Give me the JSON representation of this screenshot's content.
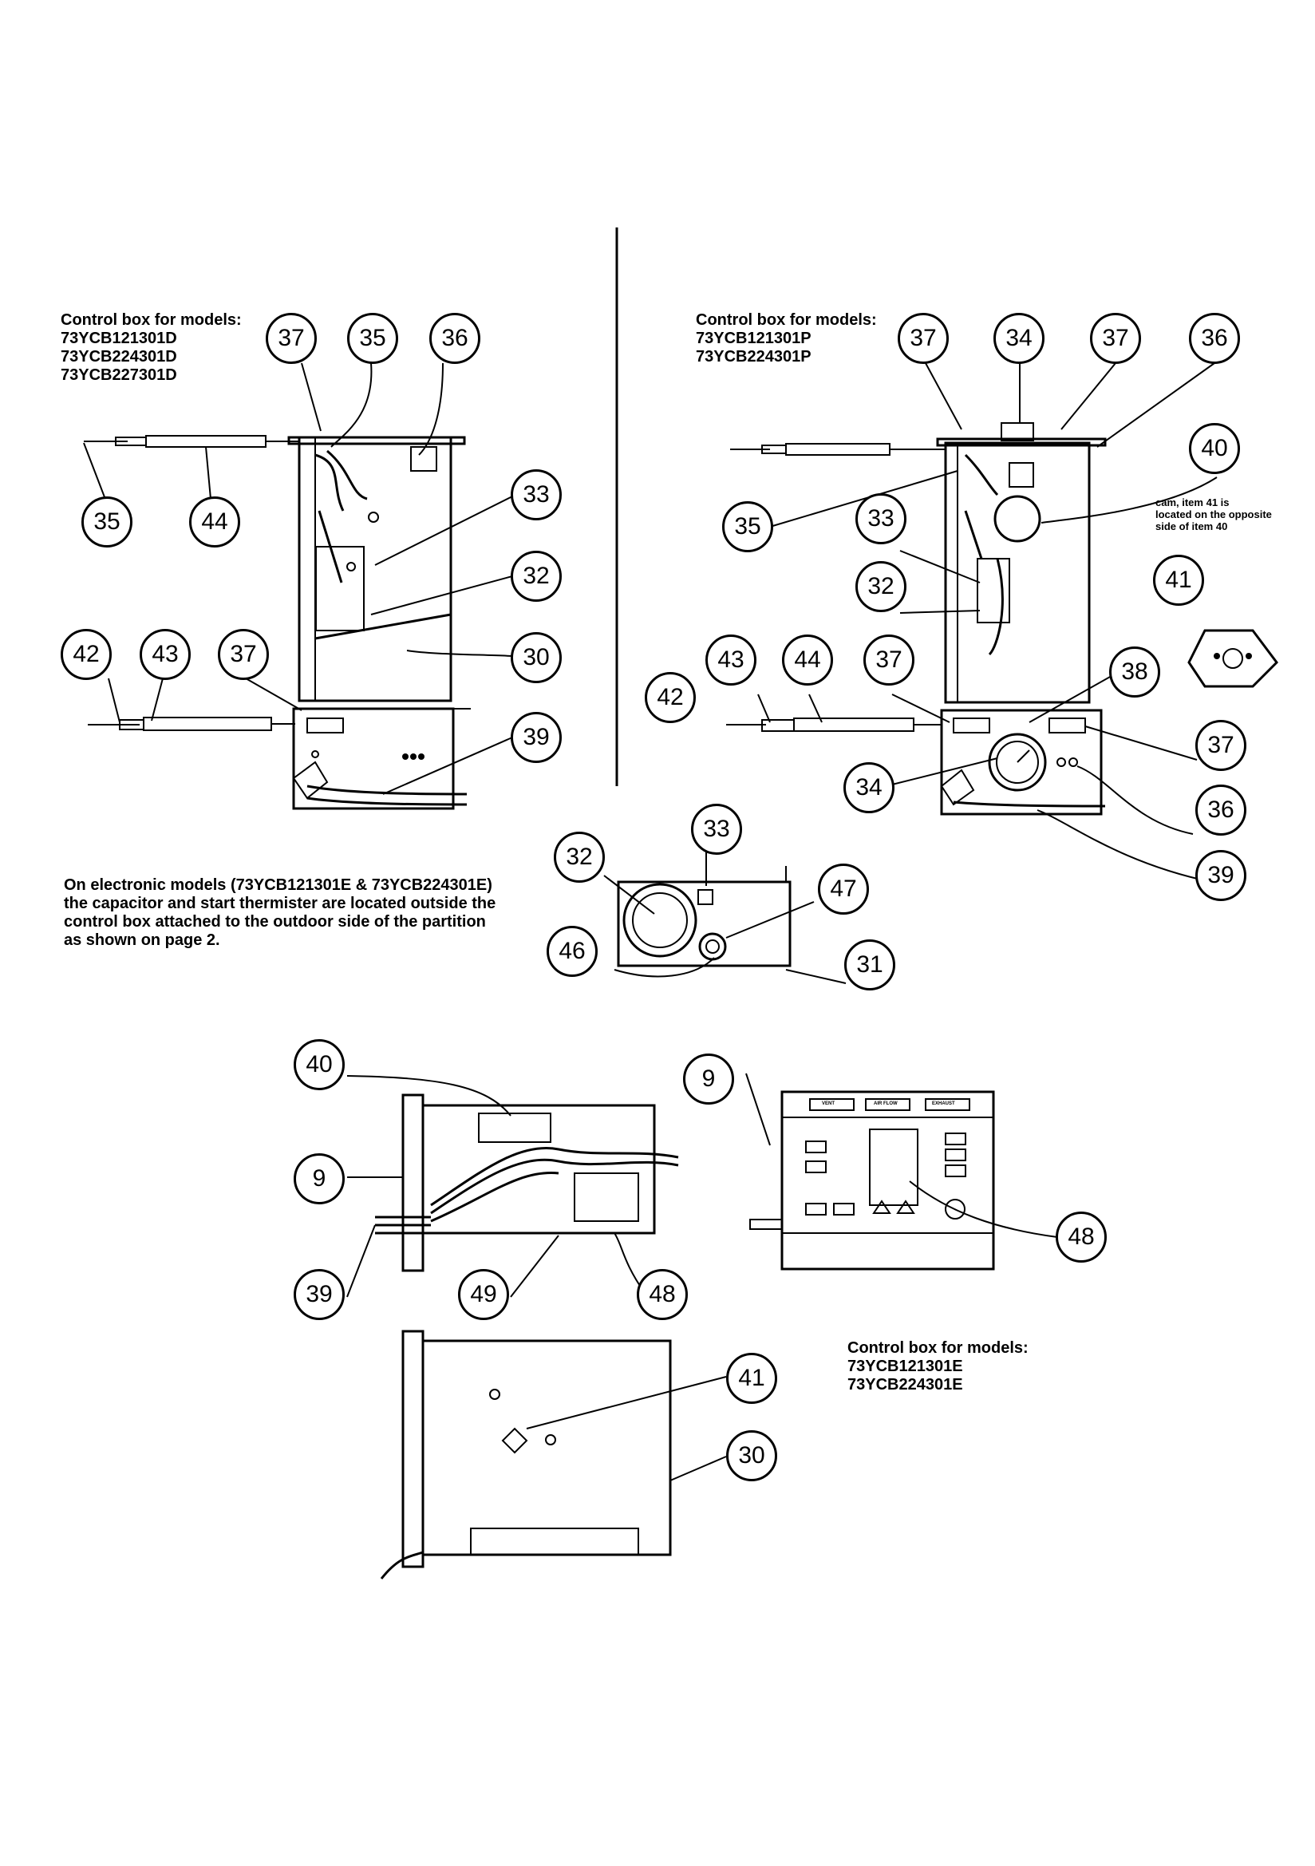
{
  "captions": {
    "top_left": "Control box for models:\n73YCB121301D\n73YCB224301D\n73YCB227301D",
    "top_right": "Control box for models:\n73YCB121301P\n73YCB224301P",
    "cam_note": "cam, item 41 is\nlocated on the opposite\nside of item 40",
    "electronic_note": "On electronic models (73YCB121301E & 73YCB224301E)\nthe capacitor and start thermister are located outside the\ncontrol box attached to the outdoor side of the partition\nas shown on page 2.",
    "bottom_right": "Control box for models:\n73YCB121301E\n73YCB224301E"
  },
  "panel_labels": {
    "vent": "VENT",
    "air_flow": "AIR FLOW",
    "exhaust": "EXHAUST"
  },
  "callouts": {
    "tl": [
      "37",
      "35",
      "36",
      "33",
      "32",
      "30",
      "35",
      "44",
      "42",
      "43",
      "37",
      "39"
    ],
    "tr": [
      "37",
      "34",
      "37",
      "36",
      "40",
      "35",
      "33",
      "32",
      "41",
      "43",
      "44",
      "37",
      "38",
      "42",
      "37",
      "34",
      "36",
      "39"
    ],
    "mid": [
      "32",
      "33",
      "47",
      "46",
      "31"
    ],
    "bottom": [
      "40",
      "9",
      "9",
      "39",
      "49",
      "48",
      "48",
      "41",
      "30"
    ]
  }
}
